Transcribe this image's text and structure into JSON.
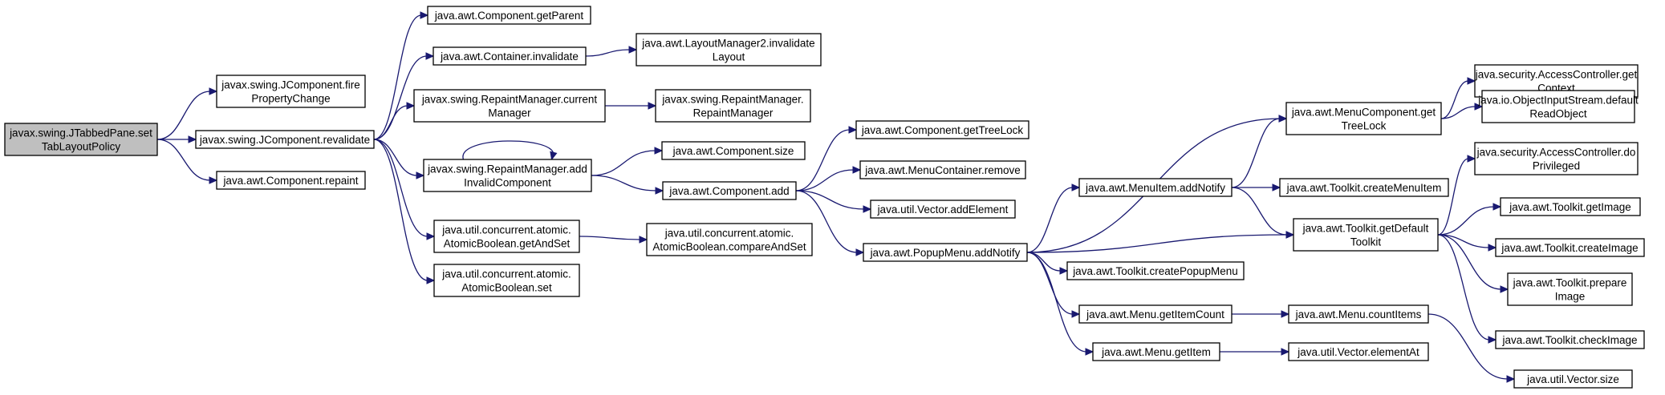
{
  "nodes": [
    {
      "id": "root",
      "lines": [
        "javax.swing.JTabbedPane.set",
        "TabLayoutPolicy"
      ],
      "highlight": true
    },
    {
      "id": "fire",
      "lines": [
        "javax.swing.JComponent.fire",
        "PropertyChange"
      ]
    },
    {
      "id": "revalidate",
      "lines": [
        "javax.swing.JComponent.revalidate"
      ]
    },
    {
      "id": "repaint",
      "lines": [
        "java.awt.Component.repaint"
      ]
    },
    {
      "id": "getParent",
      "lines": [
        "java.awt.Component.getParent"
      ]
    },
    {
      "id": "containerInvalidate",
      "lines": [
        "java.awt.Container.invalidate"
      ]
    },
    {
      "id": "lm2Invalidate",
      "lines": [
        "java.awt.LayoutManager2.invalidate",
        "Layout"
      ]
    },
    {
      "id": "rmCurrent",
      "lines": [
        "javax.swing.RepaintManager.current",
        "Manager"
      ]
    },
    {
      "id": "rmCtor",
      "lines": [
        "javax.swing.RepaintManager.",
        "RepaintManager"
      ]
    },
    {
      "id": "rmAddInvalid",
      "lines": [
        "javax.swing.RepaintManager.add",
        "InvalidComponent"
      ]
    },
    {
      "id": "compSize",
      "lines": [
        "java.awt.Component.size"
      ]
    },
    {
      "id": "compAdd",
      "lines": [
        "java.awt.Component.add"
      ]
    },
    {
      "id": "abGetAndSet",
      "lines": [
        "java.util.concurrent.atomic.",
        "AtomicBoolean.getAndSet"
      ]
    },
    {
      "id": "abCompareAndSet",
      "lines": [
        "java.util.concurrent.atomic.",
        "AtomicBoolean.compareAndSet"
      ]
    },
    {
      "id": "abSet",
      "lines": [
        "java.util.concurrent.atomic.",
        "AtomicBoolean.set"
      ]
    },
    {
      "id": "getTreeLock",
      "lines": [
        "java.awt.Component.getTreeLock"
      ]
    },
    {
      "id": "mcRemove",
      "lines": [
        "java.awt.MenuContainer.remove"
      ]
    },
    {
      "id": "vecAddElement",
      "lines": [
        "java.util.Vector.addElement"
      ]
    },
    {
      "id": "popupAddNotify",
      "lines": [
        "java.awt.PopupMenu.addNotify"
      ]
    },
    {
      "id": "menuCompGetTreeLock",
      "lines": [
        "java.awt.MenuComponent.get",
        "TreeLock"
      ]
    },
    {
      "id": "menuItemAddNotify",
      "lines": [
        "java.awt.MenuItem.addNotify"
      ]
    },
    {
      "id": "tkCreateMenuItem",
      "lines": [
        "java.awt.Toolkit.createMenuItem"
      ]
    },
    {
      "id": "tkGetDefault",
      "lines": [
        "java.awt.Toolkit.getDefault",
        "Toolkit"
      ]
    },
    {
      "id": "tkCreatePopupMenu",
      "lines": [
        "java.awt.Toolkit.createPopupMenu"
      ]
    },
    {
      "id": "menuGetItemCount",
      "lines": [
        "java.awt.Menu.getItemCount"
      ]
    },
    {
      "id": "menuCountItems",
      "lines": [
        "java.awt.Menu.countItems"
      ]
    },
    {
      "id": "menuGetItem",
      "lines": [
        "java.awt.Menu.getItem"
      ]
    },
    {
      "id": "vecElementAt",
      "lines": [
        "java.util.Vector.elementAt"
      ]
    },
    {
      "id": "acGetContext",
      "lines": [
        "java.security.AccessController.get",
        "Context"
      ]
    },
    {
      "id": "oisDefaultReadObject",
      "lines": [
        "java.io.ObjectInputStream.default",
        "ReadObject"
      ]
    },
    {
      "id": "acDoPrivileged",
      "lines": [
        "java.security.AccessController.do",
        "Privileged"
      ]
    },
    {
      "id": "tkGetImage",
      "lines": [
        "java.awt.Toolkit.getImage"
      ]
    },
    {
      "id": "tkCreateImage",
      "lines": [
        "java.awt.Toolkit.createImage"
      ]
    },
    {
      "id": "tkPrepareImage",
      "lines": [
        "java.awt.Toolkit.prepare",
        "Image"
      ]
    },
    {
      "id": "tkCheckImage",
      "lines": [
        "java.awt.Toolkit.checkImage"
      ]
    },
    {
      "id": "vecSize",
      "lines": [
        "java.util.Vector.size"
      ]
    }
  ],
  "edges": [
    [
      "root",
      "fire"
    ],
    [
      "root",
      "revalidate"
    ],
    [
      "root",
      "repaint"
    ],
    [
      "revalidate",
      "getParent"
    ],
    [
      "revalidate",
      "containerInvalidate"
    ],
    [
      "revalidate",
      "rmCurrent"
    ],
    [
      "revalidate",
      "rmAddInvalid"
    ],
    [
      "revalidate",
      "abGetAndSet"
    ],
    [
      "revalidate",
      "abSet"
    ],
    [
      "containerInvalidate",
      "lm2Invalidate"
    ],
    [
      "rmCurrent",
      "rmCtor"
    ],
    [
      "rmAddInvalid",
      "rmAddInvalid"
    ],
    [
      "rmAddInvalid",
      "compSize"
    ],
    [
      "rmAddInvalid",
      "compAdd"
    ],
    [
      "abGetAndSet",
      "abCompareAndSet"
    ],
    [
      "compAdd",
      "getTreeLock"
    ],
    [
      "compAdd",
      "mcRemove"
    ],
    [
      "compAdd",
      "vecAddElement"
    ],
    [
      "compAdd",
      "popupAddNotify"
    ],
    [
      "popupAddNotify",
      "menuCompGetTreeLock"
    ],
    [
      "popupAddNotify",
      "menuItemAddNotify"
    ],
    [
      "popupAddNotify",
      "tkGetDefault"
    ],
    [
      "popupAddNotify",
      "tkCreatePopupMenu"
    ],
    [
      "popupAddNotify",
      "menuGetItemCount"
    ],
    [
      "popupAddNotify",
      "menuGetItem"
    ],
    [
      "menuItemAddNotify",
      "menuCompGetTreeLock"
    ],
    [
      "menuItemAddNotify",
      "tkCreateMenuItem"
    ],
    [
      "menuItemAddNotify",
      "tkGetDefault"
    ],
    [
      "menuCompGetTreeLock",
      "acGetContext"
    ],
    [
      "menuCompGetTreeLock",
      "oisDefaultReadObject"
    ],
    [
      "tkGetDefault",
      "acDoPrivileged"
    ],
    [
      "tkGetDefault",
      "tkGetImage"
    ],
    [
      "tkGetDefault",
      "tkCreateImage"
    ],
    [
      "tkGetDefault",
      "tkPrepareImage"
    ],
    [
      "tkGetDefault",
      "tkCheckImage"
    ],
    [
      "menuGetItemCount",
      "menuCountItems"
    ],
    [
      "menuCountItems",
      "vecSize"
    ],
    [
      "menuGetItem",
      "vecElementAt"
    ]
  ]
}
